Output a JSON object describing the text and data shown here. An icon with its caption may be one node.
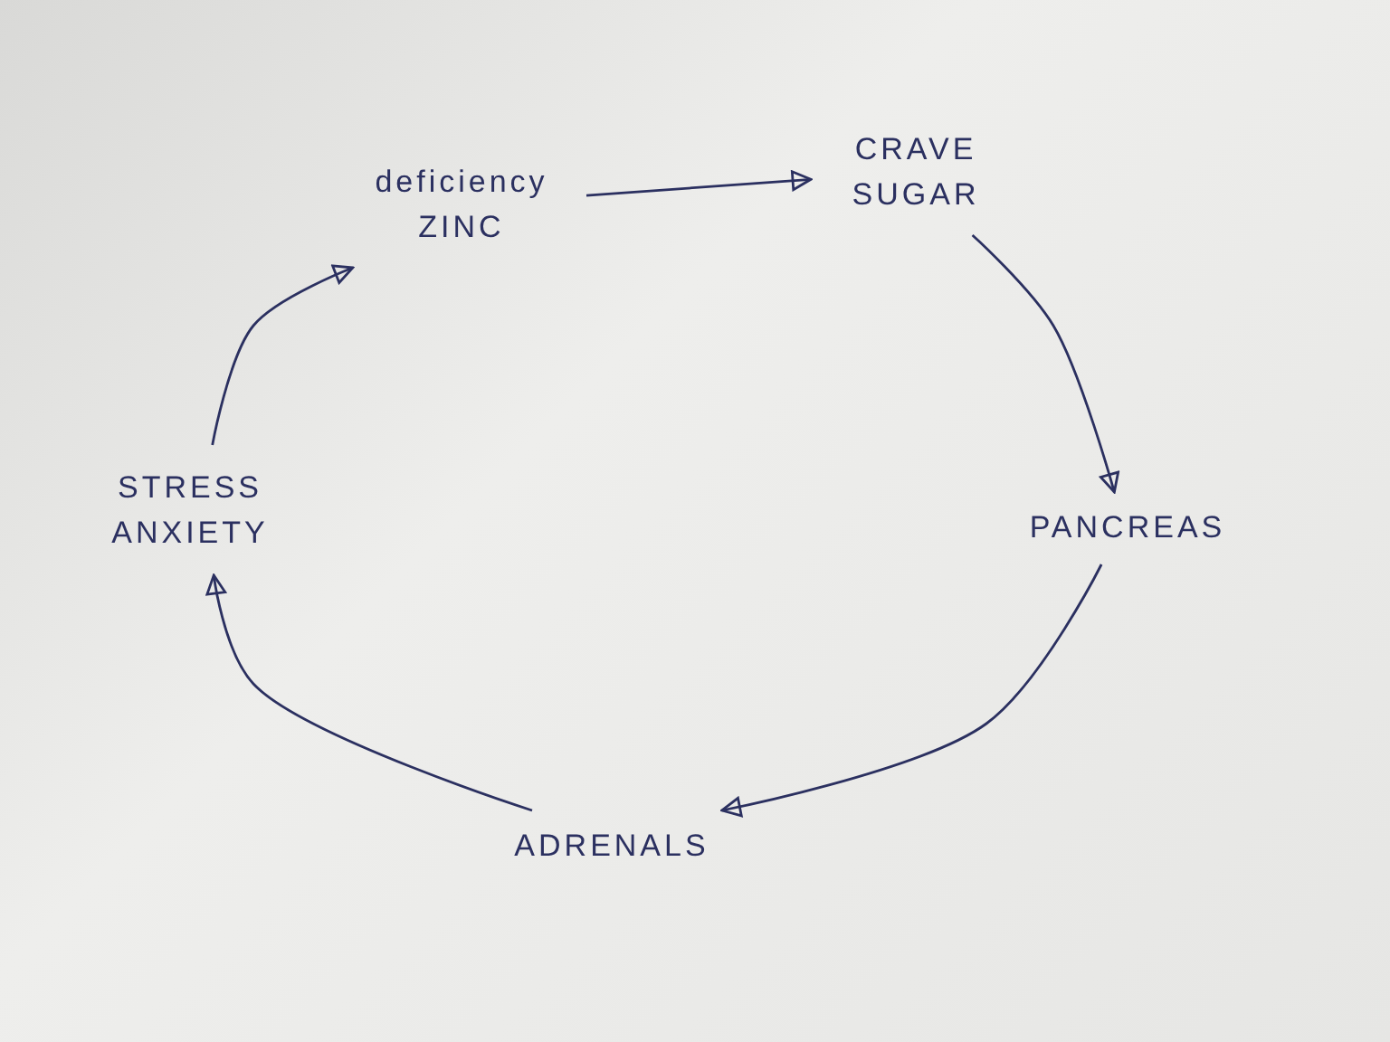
{
  "diagram": {
    "nodes": [
      {
        "text": [
          "deficiency ZINC"
        ]
      },
      {
        "text": [
          "CRAVE SUGAR"
        ]
      },
      {
        "text": [
          "PANCREAS"
        ]
      },
      {
        "text": [
          "ADRENALS"
        ]
      },
      {
        "text": [
          "STRESS ANXIETY"
        ]
      }
    ],
    "edges": [
      {
        "from": 0,
        "to": 1,
        "arrow": "to"
      },
      {
        "from": 1,
        "to": 2,
        "arrow": "to"
      },
      {
        "from": 2,
        "to": 3,
        "arrow": "to"
      },
      {
        "from": 3,
        "to": 4,
        "arrow": "to"
      },
      {
        "from": 4,
        "to": 0,
        "arrow": "to"
      }
    ]
  }
}
